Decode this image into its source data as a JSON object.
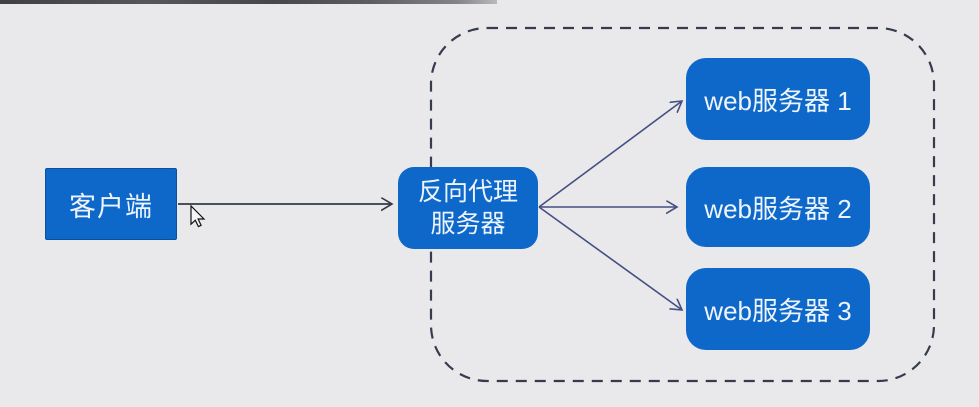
{
  "diagram": {
    "colors": {
      "bg": "#e9e9eb",
      "node_fill": "#0d68c9",
      "node_text": "#eef4fc",
      "dashed_border": "#363b4e",
      "arrow_fan": "#454f82",
      "arrow_client": "#333947"
    },
    "nodes": {
      "client": {
        "label": "客户端"
      },
      "proxy": {
        "label_lines": [
          "反向代理",
          "服务器"
        ]
      },
      "web1": {
        "label": "web服务器 1"
      },
      "web2": {
        "label": "web服务器 2"
      },
      "web3": {
        "label": "web服务器 3"
      }
    }
  }
}
